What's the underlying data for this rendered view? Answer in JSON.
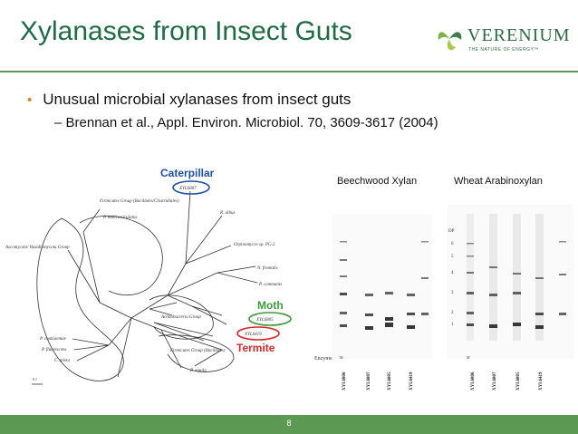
{
  "slide": {
    "title": "Xylanases from Insect Guts",
    "page_number": "8",
    "colors": {
      "title": "#1f6b45",
      "bar": "#5c9a54",
      "bullet": "#e07a1e"
    }
  },
  "logo": {
    "word": "VERENIUM",
    "tagline": "THE NATURE OF ENERGY™"
  },
  "bullets": {
    "main": "Unusual microbial xylanases from insect guts",
    "sub": "Brennan et al., Appl. Environ. Microbiol. 70, 3609-3617 (2004)"
  },
  "tree": {
    "callouts": {
      "caterpillar": "Caterpillar",
      "moth": "Moth",
      "termite": "Termite"
    },
    "clone_labels": {
      "caterpillar": "XYL6807",
      "moth": "XYL6805",
      "termite": "XYL6419"
    },
    "groups": {
      "firmicutes_top": "Firmicutes Group (Bacillales/Clostridiales)",
      "ascomycota": "Ascomycota/ Basidiomycota Group",
      "actinobacteria": "Actinobacteria Group",
      "firmicutes_bottom": "Firmicutes Group (Bacillales)"
    },
    "taxa": {
      "r_albus": "R. albus",
      "orpinomyces": "Orpinomyces sp. PC-2",
      "n_frontalis": "N. frontalis",
      "p_communis": "P. communis",
      "p_multivesiculatus": "P. multivesiculatus",
      "p_cookiaemae": "P. cookiaemae",
      "p_fluorescens": "P. fluorescens",
      "c_mixta": "C. mixta",
      "p_aquila": "P. aquila"
    },
    "scale": "0.1"
  },
  "gels": {
    "beechwood_label": "Beechwood Xylan",
    "wheat_label": "Wheat Arabinoxylan",
    "enzyme_label": "Enzyme",
    "dp_label": "DP",
    "dp_markers": [
      "6",
      "5",
      "4",
      "3",
      "2",
      "1"
    ],
    "lane_header": "M",
    "lanes": [
      "XYL6806",
      "XYL6807",
      "XYL6805",
      "XYL6419"
    ]
  }
}
